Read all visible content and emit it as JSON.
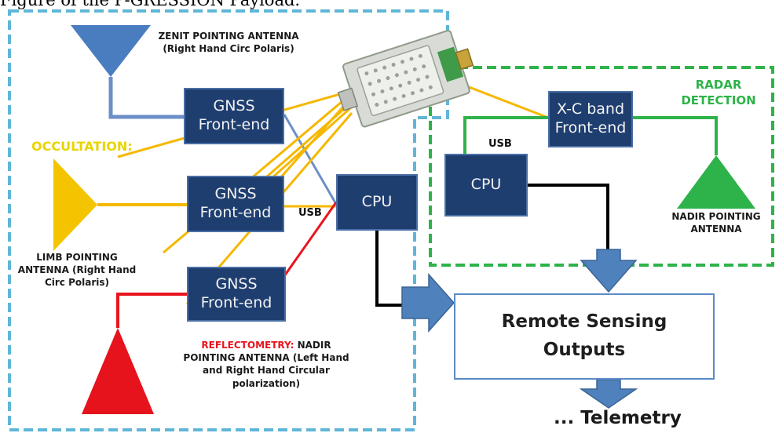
{
  "header_fragment": "Figure of the P-GRESSION Payload.",
  "blocks": {
    "gnss1": {
      "line1": "GNSS",
      "line2": "Front-end"
    },
    "gnss2": {
      "line1": "GNSS",
      "line2": "Front-end"
    },
    "gnss3": {
      "line1": "GNSS",
      "line2": "Front-end"
    },
    "cpu_main": "CPU",
    "cpu_radar": "CPU",
    "xc_band": {
      "line1": "X-C band",
      "line2": "Front-end"
    }
  },
  "labels": {
    "zenit": {
      "line1": "ZENIT POINTING ANTENNA",
      "line2": "(Right Hand Circ Polaris)"
    },
    "occultation": "OCCULTATION:",
    "limb": {
      "line1": "LIMB POINTING",
      "line2": "ANTENNA (Right Hand",
      "line3": "Circ Polaris)"
    },
    "reflectometry": {
      "prefix": "REFLECTOMETRY:",
      "rest1": " NADIR",
      "line2": "POINTING ANTENNA (Left Hand",
      "line3": "and Right Hand Circular",
      "line4": "polarization)"
    },
    "radar": {
      "line1": "RADAR",
      "line2": "DETECTION"
    },
    "nadir_radar": {
      "line1": "NADIR POINTING",
      "line2": "ANTENNA"
    },
    "usb_main": "USB",
    "usb_radar": "USB"
  },
  "outputs": {
    "line1": "Remote Sensing",
    "line2": "Outputs"
  },
  "telemetry": "... Telemetry",
  "colors": {
    "block_fill": "#1f3e70",
    "gnss_zenit_line": "#6b8fc7",
    "occultation_line": "#f5b800",
    "reflectometry_line": "#e8141e",
    "radar_green": "#2eb34a",
    "dashed_blue": "#5fb6d8",
    "dashed_green": "#2eb34a",
    "arrow_blue": "#4f81bd",
    "cable_black": "#000000"
  }
}
